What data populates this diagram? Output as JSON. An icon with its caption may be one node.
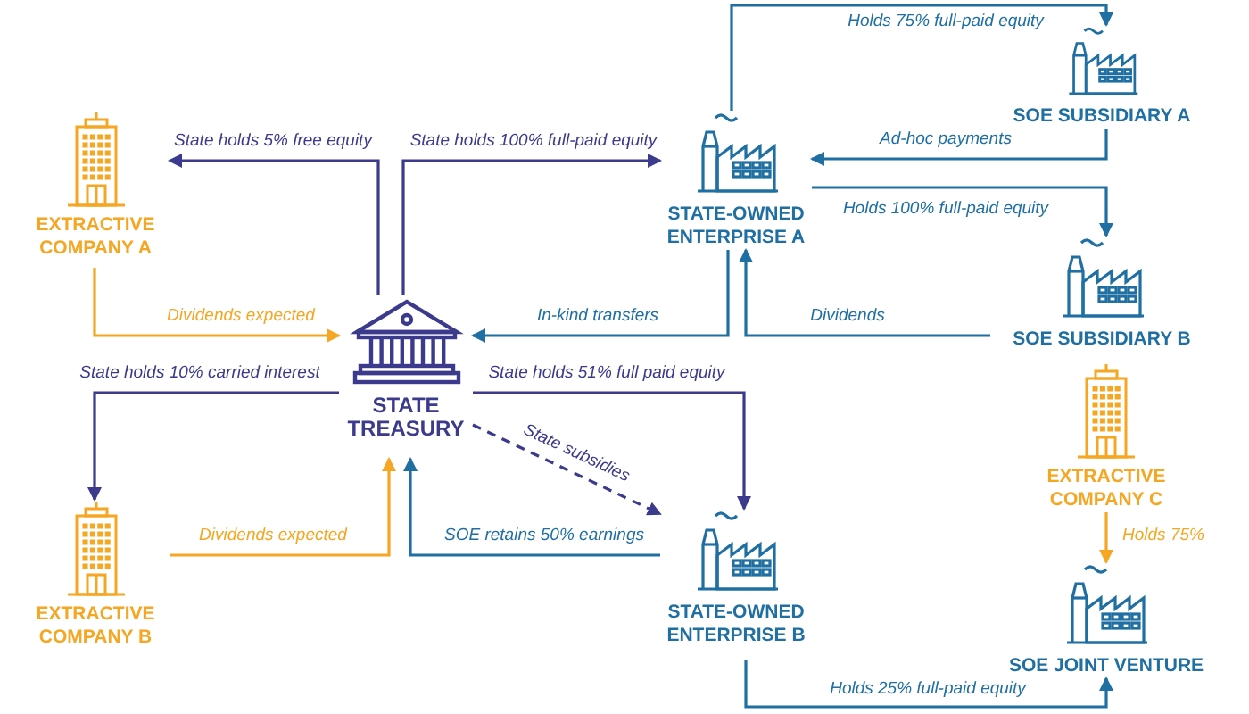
{
  "diagram": {
    "nodes": [
      {
        "text": [
          "EXTRACTIVE COMPANY A"
        ]
      },
      {
        "text": [
          "STATE TREASURY"
        ]
      },
      {
        "text": [
          "STATE-OWNED ENTERPRISE A"
        ]
      },
      {
        "text": [
          "SOE SUBSIDIARY A"
        ]
      },
      {
        "text": [
          "SOE SUBSIDIARY B"
        ]
      },
      {
        "text": [
          "EXTRACTIVE COMPANY B"
        ]
      },
      {
        "text": [
          "STATE-OWNED ENTERPRISE B"
        ]
      },
      {
        "text": [
          "EXTRACTIVE COMPANY C"
        ]
      },
      {
        "text": [
          "SOE JOINT VENTURE"
        ]
      }
    ],
    "edges": [
      {
        "from": 1,
        "to": 0,
        "arrow": "to",
        "label": "State holds 5% free equity",
        "color": "#3b3a8c"
      },
      {
        "from": 1,
        "to": 2,
        "arrow": "to",
        "label": "State holds 100% full-paid equity",
        "color": "#3b3a8c"
      },
      {
        "from": 0,
        "to": 1,
        "arrow": "to",
        "label": "Dividends expected",
        "color": "#f5a623"
      },
      {
        "from": 2,
        "to": 1,
        "arrow": "to",
        "label": "In-kind transfers"
      },
      {
        "from": 3,
        "to": 2,
        "arrow": "to",
        "label": "Ad-hoc payments"
      },
      {
        "from": 2,
        "to": 4,
        "arrow": "to",
        "label": "Holds 100% full-paid equity"
      },
      {
        "from": 4,
        "to": 2,
        "arrow": "to",
        "label": "Dividends"
      },
      {
        "from": 1,
        "to": 5,
        "arrow": "to",
        "label": "State holds 10% carried interest",
        "color": "#3b3a8c"
      },
      {
        "from": 1,
        "to": 6,
        "arrow": "to",
        "label": "State holds 51% full paid equity",
        "color": "#3b3a8c"
      },
      {
        "from": 1,
        "to": 6,
        "arrow": "to",
        "label": "State subsidies",
        "style": "dashed",
        "color": "#3b3a8c"
      },
      {
        "from": 5,
        "to": 1,
        "arrow": "to",
        "label": "Dividends expected",
        "color": "#f5a623"
      },
      {
        "from": 6,
        "to": 1,
        "arrow": "to",
        "label": "SOE retains 50% earnings"
      },
      {
        "from": 7,
        "to": 8,
        "arrow": "to",
        "label": "Holds 75%",
        "color": "#f5a623"
      },
      {
        "from": 2,
        "to": 3,
        "arrow": "to",
        "label": "Holds 75% full-paid equity"
      },
      {
        "from": 6,
        "to": 8,
        "arrow": "to",
        "label": "Holds 25% full-paid equity"
      }
    ]
  }
}
